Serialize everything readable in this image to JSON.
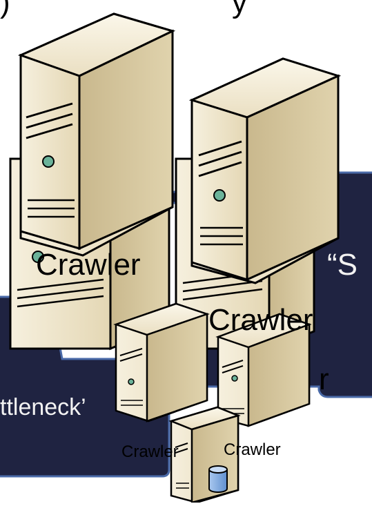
{
  "labels": {
    "crawler_big_1": "Crawler",
    "crawler_big_2": "Crawler",
    "crawler_small_1": "Crawler",
    "crawler_small_2": "Crawler",
    "quote_right": "“S",
    "bottleneck": "ttleneck’",
    "r_fragment": "r",
    "top_fragment": ")",
    "top_y": "y"
  },
  "colors": {
    "callout_fill": "#1f2341",
    "callout_border": "#4a6aa8",
    "server_face": "#efe6cf",
    "server_side": "#d9cba3",
    "server_outline": "#000000",
    "led": "#6bb39a",
    "database": "#8ab4e8"
  }
}
